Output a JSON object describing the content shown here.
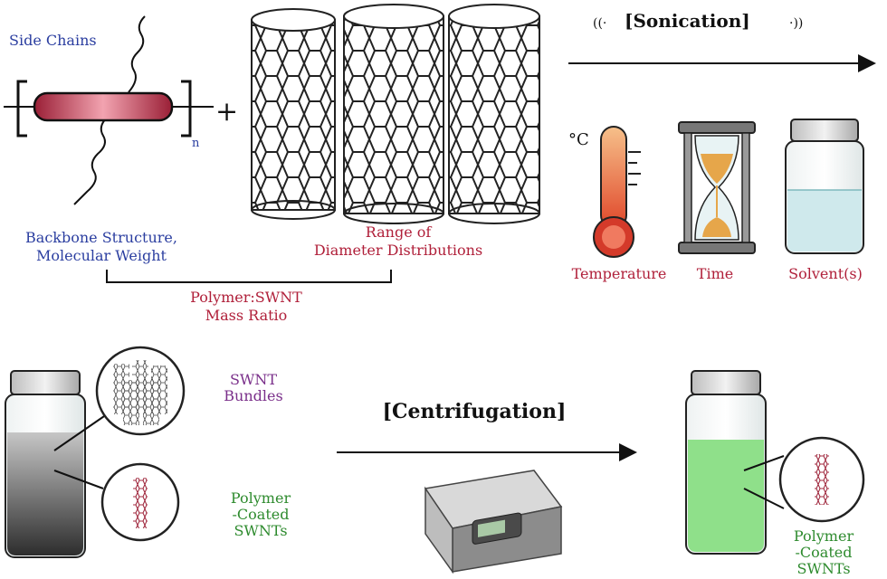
{
  "colors": {
    "blue_label": "#2b3ea0",
    "red_label": "#b0203a",
    "purple_label": "#7a2f8a",
    "green_label": "#2e8b2e",
    "polymer_backbone": "#c9334f",
    "green_solution": "#8fe08a",
    "blue_solution": "#cfe9ec"
  },
  "polymer": {
    "side_chains_label": "Side Chains",
    "subscript": "n",
    "backbone_label_line1": "Backbone Structure,",
    "backbone_label_line2": "Molecular Weight",
    "plus_sign": "+"
  },
  "nanotubes": {
    "label_line1": "Range of",
    "label_line2": "Diameter Distributions"
  },
  "ratio": {
    "label_line1": "Polymer:SWNT",
    "label_line2": "Mass Ratio"
  },
  "sonication": {
    "label": "[Sonication]",
    "degree_symbol": "°C",
    "parameters": [
      "Temperature",
      "Time",
      "Solvent(s)"
    ]
  },
  "dispersion": {
    "bundles_line1": "SWNT",
    "bundles_line2": "Bundles",
    "coated_line1": "Polymer",
    "coated_line2": "-Coated",
    "coated_line3": "SWNTs"
  },
  "centrifugation": {
    "label": "[Centrifugation]"
  },
  "product": {
    "line1": "Polymer",
    "line2": "-Coated",
    "line3": "SWNTs"
  }
}
